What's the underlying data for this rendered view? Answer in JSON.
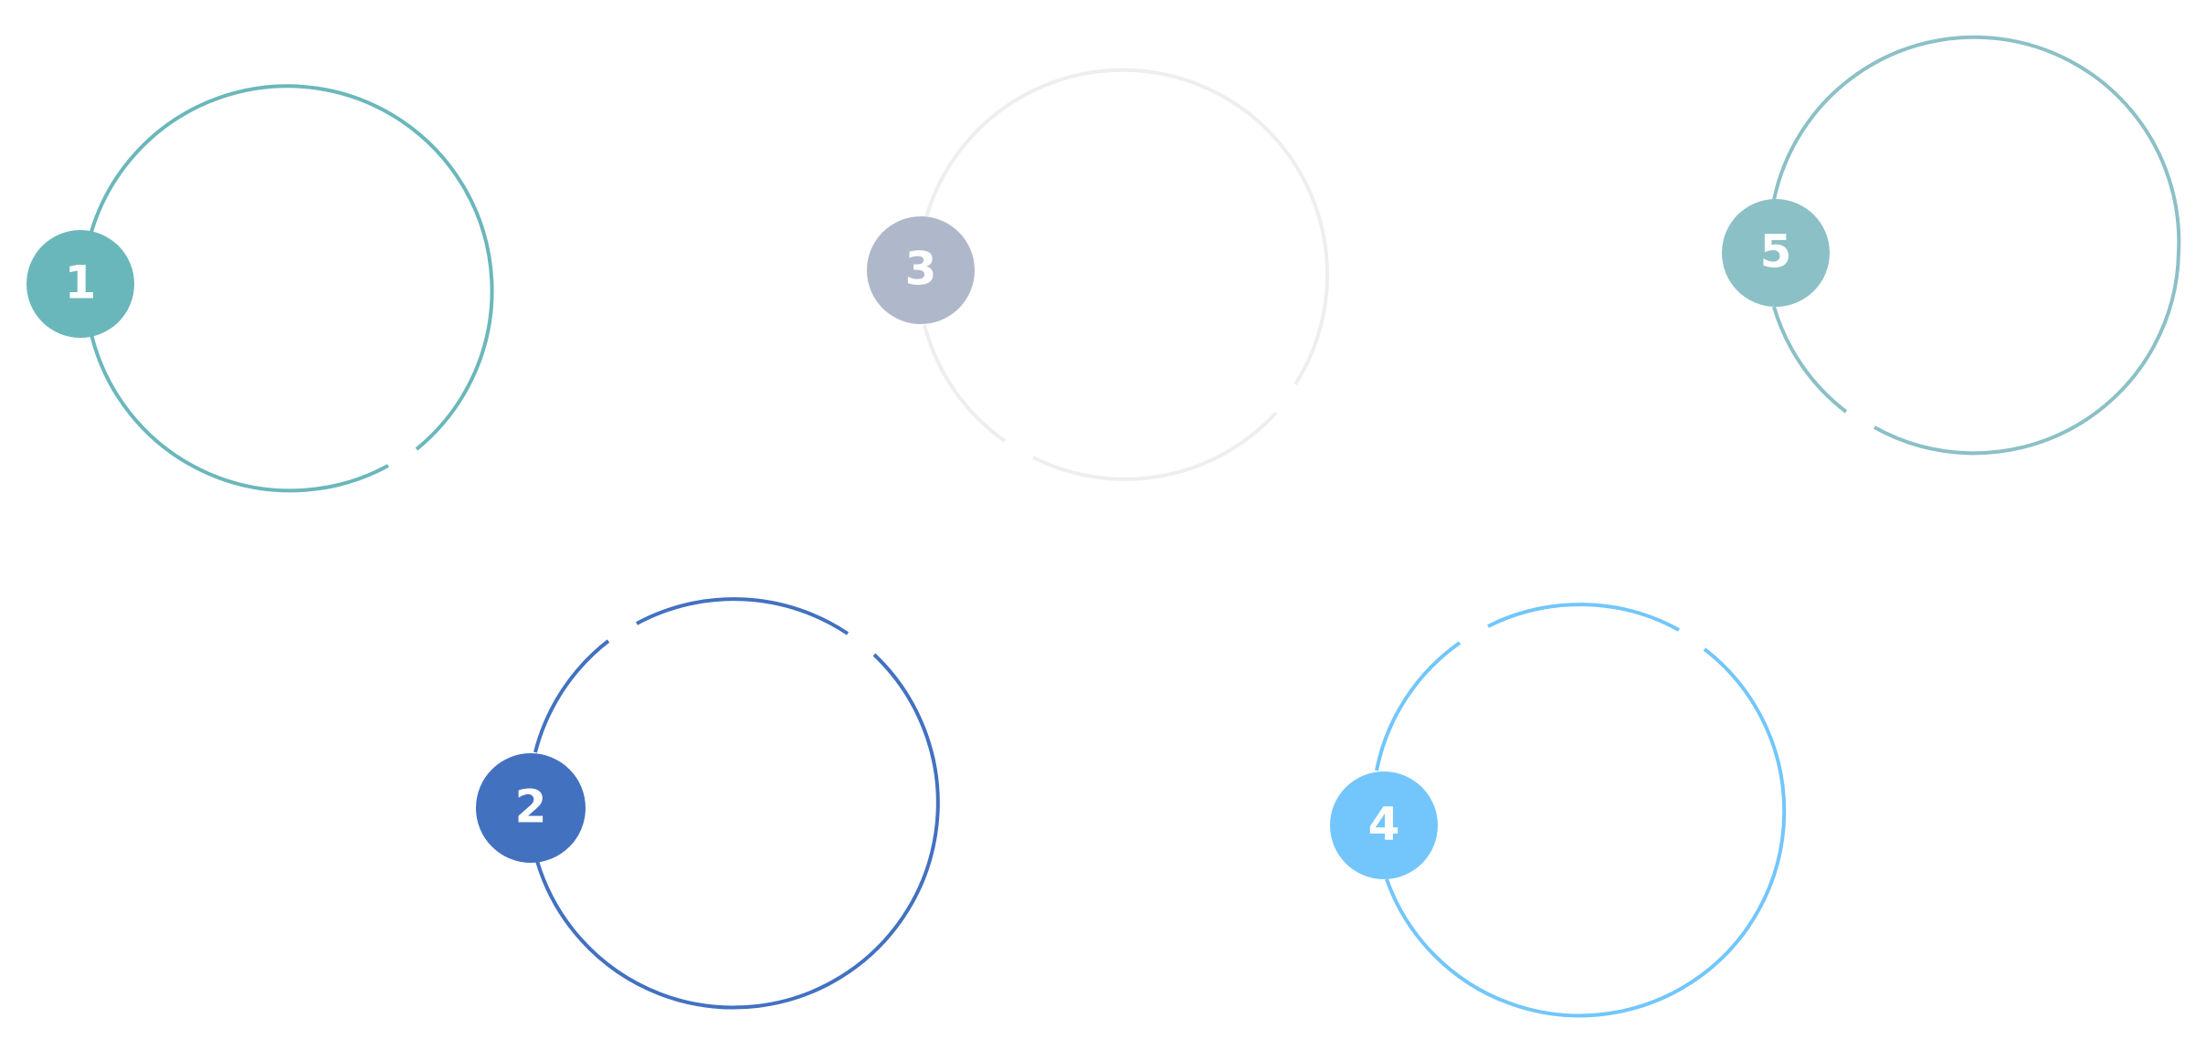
{
  "steps": [
    {
      "number": "1",
      "color": "#6AB7BB",
      "ring_color": "#6AB7BB"
    },
    {
      "number": "2",
      "color": "#4271C0",
      "ring_color": "#4271C0"
    },
    {
      "number": "3",
      "color": "#AFB8CA",
      "ring_color": "#EEEEEE"
    },
    {
      "number": "4",
      "color": "#72C6FB",
      "ring_color": "#72C6FB"
    },
    {
      "number": "5",
      "color": "#8BC0C6",
      "ring_color": "#8BC0C6"
    }
  ]
}
